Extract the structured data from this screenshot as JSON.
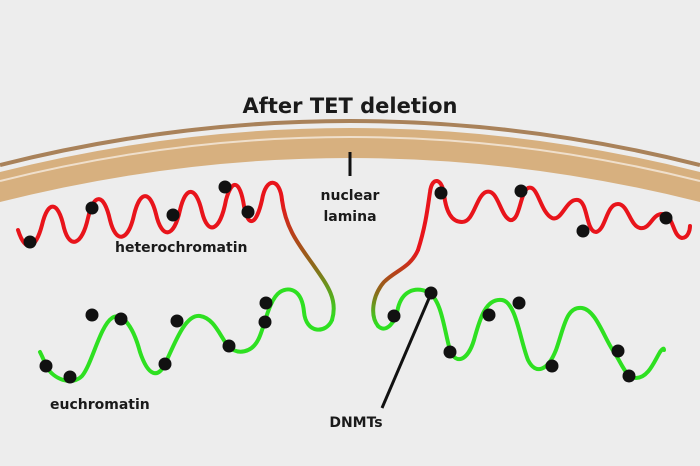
{
  "title": "After TET deletion",
  "labels": {
    "nuclear_lamina_line1": "nuclear",
    "nuclear_lamina_line2": "lamina",
    "heterochromatin": "heterochromatin",
    "euchromatin": "euchromatin",
    "dnmts": "DNMTs"
  },
  "colors": {
    "background": "#ededed",
    "lamina_fill": "#d7b07f",
    "lamina_edge": "#a9825a",
    "heterochromatin": "#e8141b",
    "euchromatin": "#2ee021",
    "dnmt_dot": "#111111"
  }
}
